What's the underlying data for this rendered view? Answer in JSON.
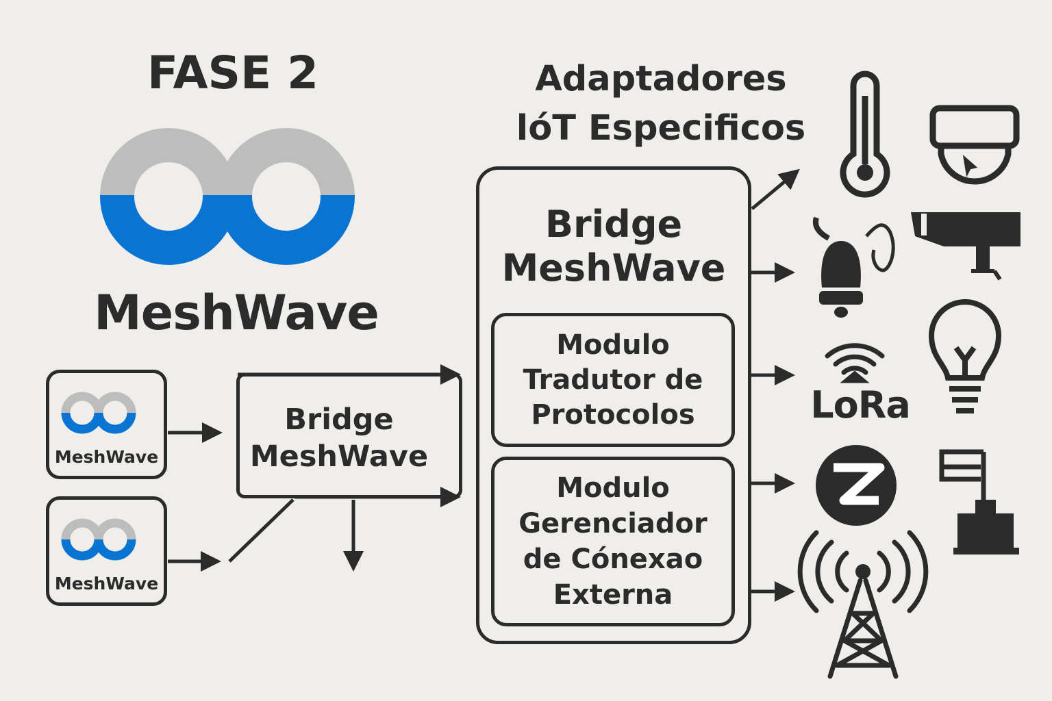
{
  "phase_title": "FASE 2",
  "brand": {
    "name": "MeshWave",
    "colors": {
      "gray": "#bdbdbd",
      "blue": "#0a74d2",
      "ink": "#2b2b2b",
      "background": "#efeeeb"
    }
  },
  "nodes": [
    {
      "label": "MeshWave"
    },
    {
      "label": "MeshWave"
    }
  ],
  "bridge_small": {
    "line1": "Bridge",
    "line2": "MeshWave"
  },
  "adapters_title": {
    "line1": "Adaptadores",
    "line2": "lóT Especificos"
  },
  "bridge_big": {
    "line1": "Bridge",
    "line2": "MeshWave",
    "modules": [
      {
        "lines": [
          "Modulo",
          "Tradutor de",
          "Protocolos"
        ]
      },
      {
        "lines": [
          "Modulo",
          "Gerenciador",
          "de Cónexao",
          "Externa"
        ]
      }
    ]
  },
  "devices": {
    "lora_label": "LoRa",
    "icons": [
      "thermometer-icon",
      "dome-camera-icon",
      "alarm-bell-icon",
      "bullet-camera-icon",
      "wifi-icon",
      "light-bulb-icon",
      "zigbee-icon",
      "door-lock-icon",
      "radio-tower-icon"
    ]
  }
}
